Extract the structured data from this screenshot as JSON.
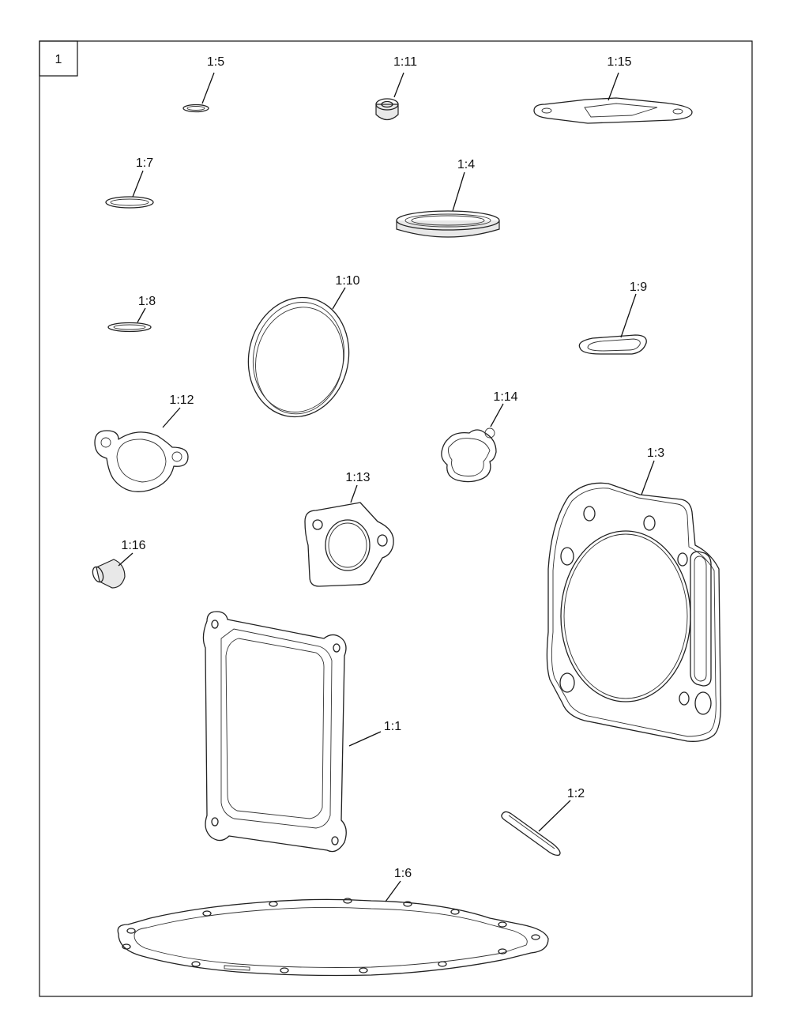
{
  "figure": {
    "label": "1"
  },
  "callouts": {
    "p1_1": "1:1",
    "p1_2": "1:2",
    "p1_3": "1:3",
    "p1_4": "1:4",
    "p1_5": "1:5",
    "p1_6": "1:6",
    "p1_7": "1:7",
    "p1_8": "1:8",
    "p1_9": "1:9",
    "p1_10": "1:10",
    "p1_11": "1:11",
    "p1_12": "1:12",
    "p1_13": "1:13",
    "p1_14": "1:14",
    "p1_15": "1:15",
    "p1_16": "1:16"
  }
}
